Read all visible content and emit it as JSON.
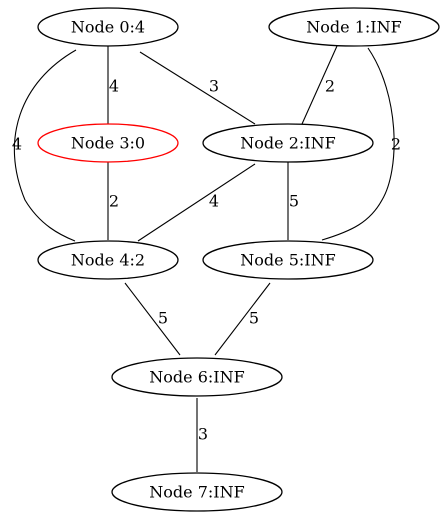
{
  "graph": {
    "nodes": [
      {
        "id": "n0",
        "label": "Node 0:4"
      },
      {
        "id": "n1",
        "label": "Node 1:INF"
      },
      {
        "id": "n2",
        "label": "Node 2:INF"
      },
      {
        "id": "n3",
        "label": "Node 3:0",
        "highlight_color": "#ff0000"
      },
      {
        "id": "n4",
        "label": "Node 4:2"
      },
      {
        "id": "n5",
        "label": "Node 5:INF"
      },
      {
        "id": "n6",
        "label": "Node 6:INF"
      },
      {
        "id": "n7",
        "label": "Node 7:INF"
      }
    ],
    "edges": [
      {
        "id": "e0-3",
        "from": "n0",
        "to": "n3",
        "weight": "4"
      },
      {
        "id": "e0-2",
        "from": "n0",
        "to": "n2",
        "weight": "3"
      },
      {
        "id": "e0-4",
        "from": "n0",
        "to": "n4",
        "weight": "4"
      },
      {
        "id": "e1-2",
        "from": "n1",
        "to": "n2",
        "weight": "2"
      },
      {
        "id": "e1-5",
        "from": "n1",
        "to": "n5",
        "weight": "2"
      },
      {
        "id": "e3-4",
        "from": "n3",
        "to": "n4",
        "weight": "2"
      },
      {
        "id": "e2-4",
        "from": "n2",
        "to": "n4",
        "weight": "4"
      },
      {
        "id": "e2-5",
        "from": "n2",
        "to": "n5",
        "weight": "5"
      },
      {
        "id": "e4-6",
        "from": "n4",
        "to": "n6",
        "weight": "5"
      },
      {
        "id": "e5-6",
        "from": "n5",
        "to": "n6",
        "weight": "5"
      },
      {
        "id": "e6-7",
        "from": "n6",
        "to": "n7",
        "weight": "3"
      }
    ]
  }
}
